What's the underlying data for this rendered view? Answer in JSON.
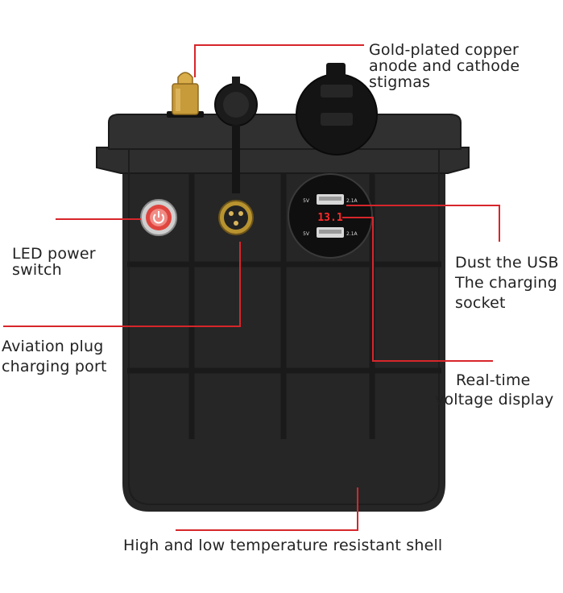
{
  "colors": {
    "leader_line": "#d7262b",
    "label_text": "#222222",
    "shell": "#2b2b2b",
    "shell_rib": "#1c1c1c",
    "terminal_gold": "#c79a3a",
    "led_ring": "#e0453f",
    "display_digits": "#ff2a2a"
  },
  "icons": [
    "power-icon",
    "usb-port-icon"
  ],
  "labels": {
    "terminals": [
      "Gold-plated copper",
      "anode and cathode",
      "stigmas"
    ],
    "led_switch": [
      "LED power",
      "switch"
    ],
    "usb_socket": [
      "Dust the USB",
      "The charging",
      "socket"
    ],
    "aviation_plug": [
      "Aviation plug",
      "charging port"
    ],
    "voltage_display": [
      "Real-time",
      "voltage display"
    ],
    "shell": [
      "High and low temperature resistant shell"
    ]
  },
  "usb_panel": {
    "port_voltage": "5V",
    "port_current": "2.1A",
    "voltage_reading": "13.1"
  }
}
